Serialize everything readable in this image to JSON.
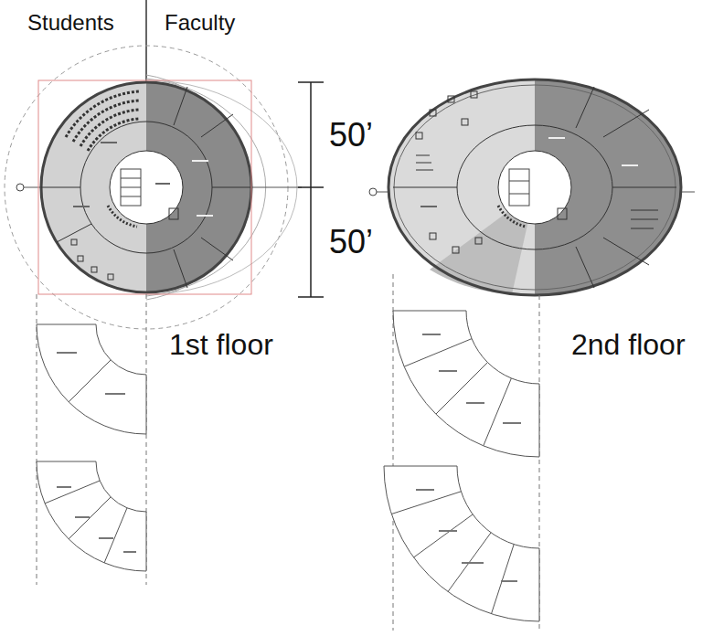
{
  "diagram": {
    "labels": [
      "Students",
      "Faculty",
      "50’",
      "50’",
      "1st floor",
      "2nd floor"
    ]
  }
}
